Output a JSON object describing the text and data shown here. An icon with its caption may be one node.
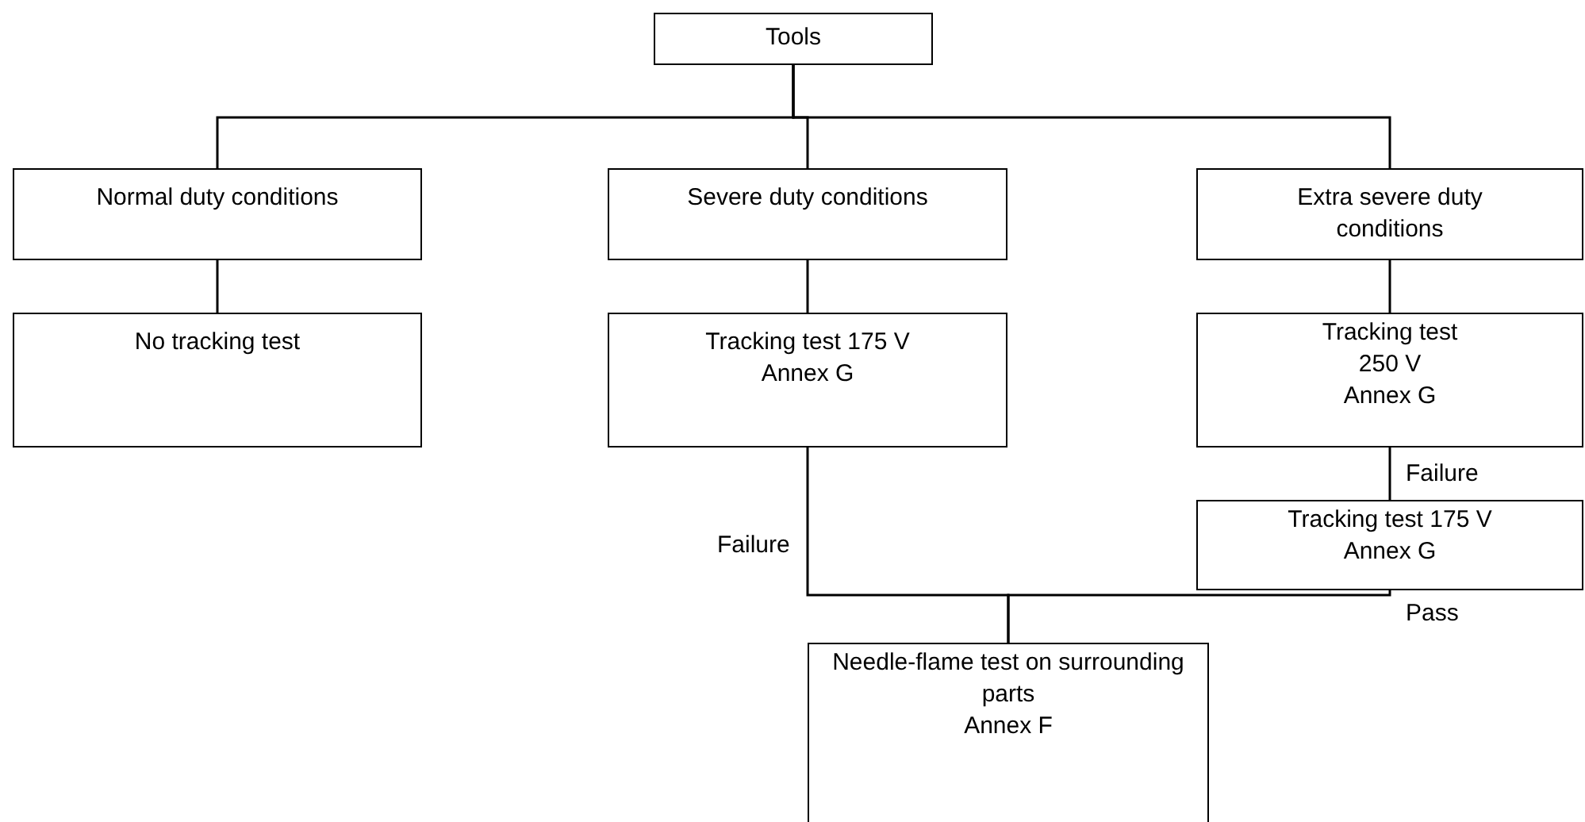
{
  "diagram": {
    "nodes": [
      {
        "text": [
          "Tools"
        ]
      },
      {
        "text": [
          "Normal duty conditions"
        ]
      },
      {
        "text": [
          "Severe duty conditions"
        ]
      },
      {
        "text": [
          "Extra severe duty conditions"
        ]
      },
      {
        "text": [
          "No tracking test"
        ]
      },
      {
        "text": [
          "Tracking test 175 V",
          "Annex G"
        ]
      },
      {
        "text": [
          "Tracking test 250 V",
          "Annex G"
        ]
      },
      {
        "text": [
          "Tracking test 175 V",
          "Annex G"
        ]
      },
      {
        "text": [
          "Needle-flame test on surrounding parts",
          "Annex F"
        ]
      }
    ],
    "edges": [
      {
        "from": 0,
        "to": 1,
        "arrow": "none"
      },
      {
        "from": 0,
        "to": 2,
        "arrow": "none"
      },
      {
        "from": 0,
        "to": 3,
        "arrow": "none"
      },
      {
        "from": 1,
        "to": 4,
        "arrow": "none"
      },
      {
        "from": 2,
        "to": 5,
        "arrow": "none"
      },
      {
        "from": 3,
        "to": 6,
        "arrow": "none"
      },
      {
        "from": 6,
        "to": 7,
        "arrow": "none",
        "label": "Failure"
      },
      {
        "from": 5,
        "to": 8,
        "arrow": "none",
        "label": "Failure"
      },
      {
        "from": 7,
        "to": 8,
        "arrow": "none",
        "label": "Pass"
      }
    ]
  }
}
